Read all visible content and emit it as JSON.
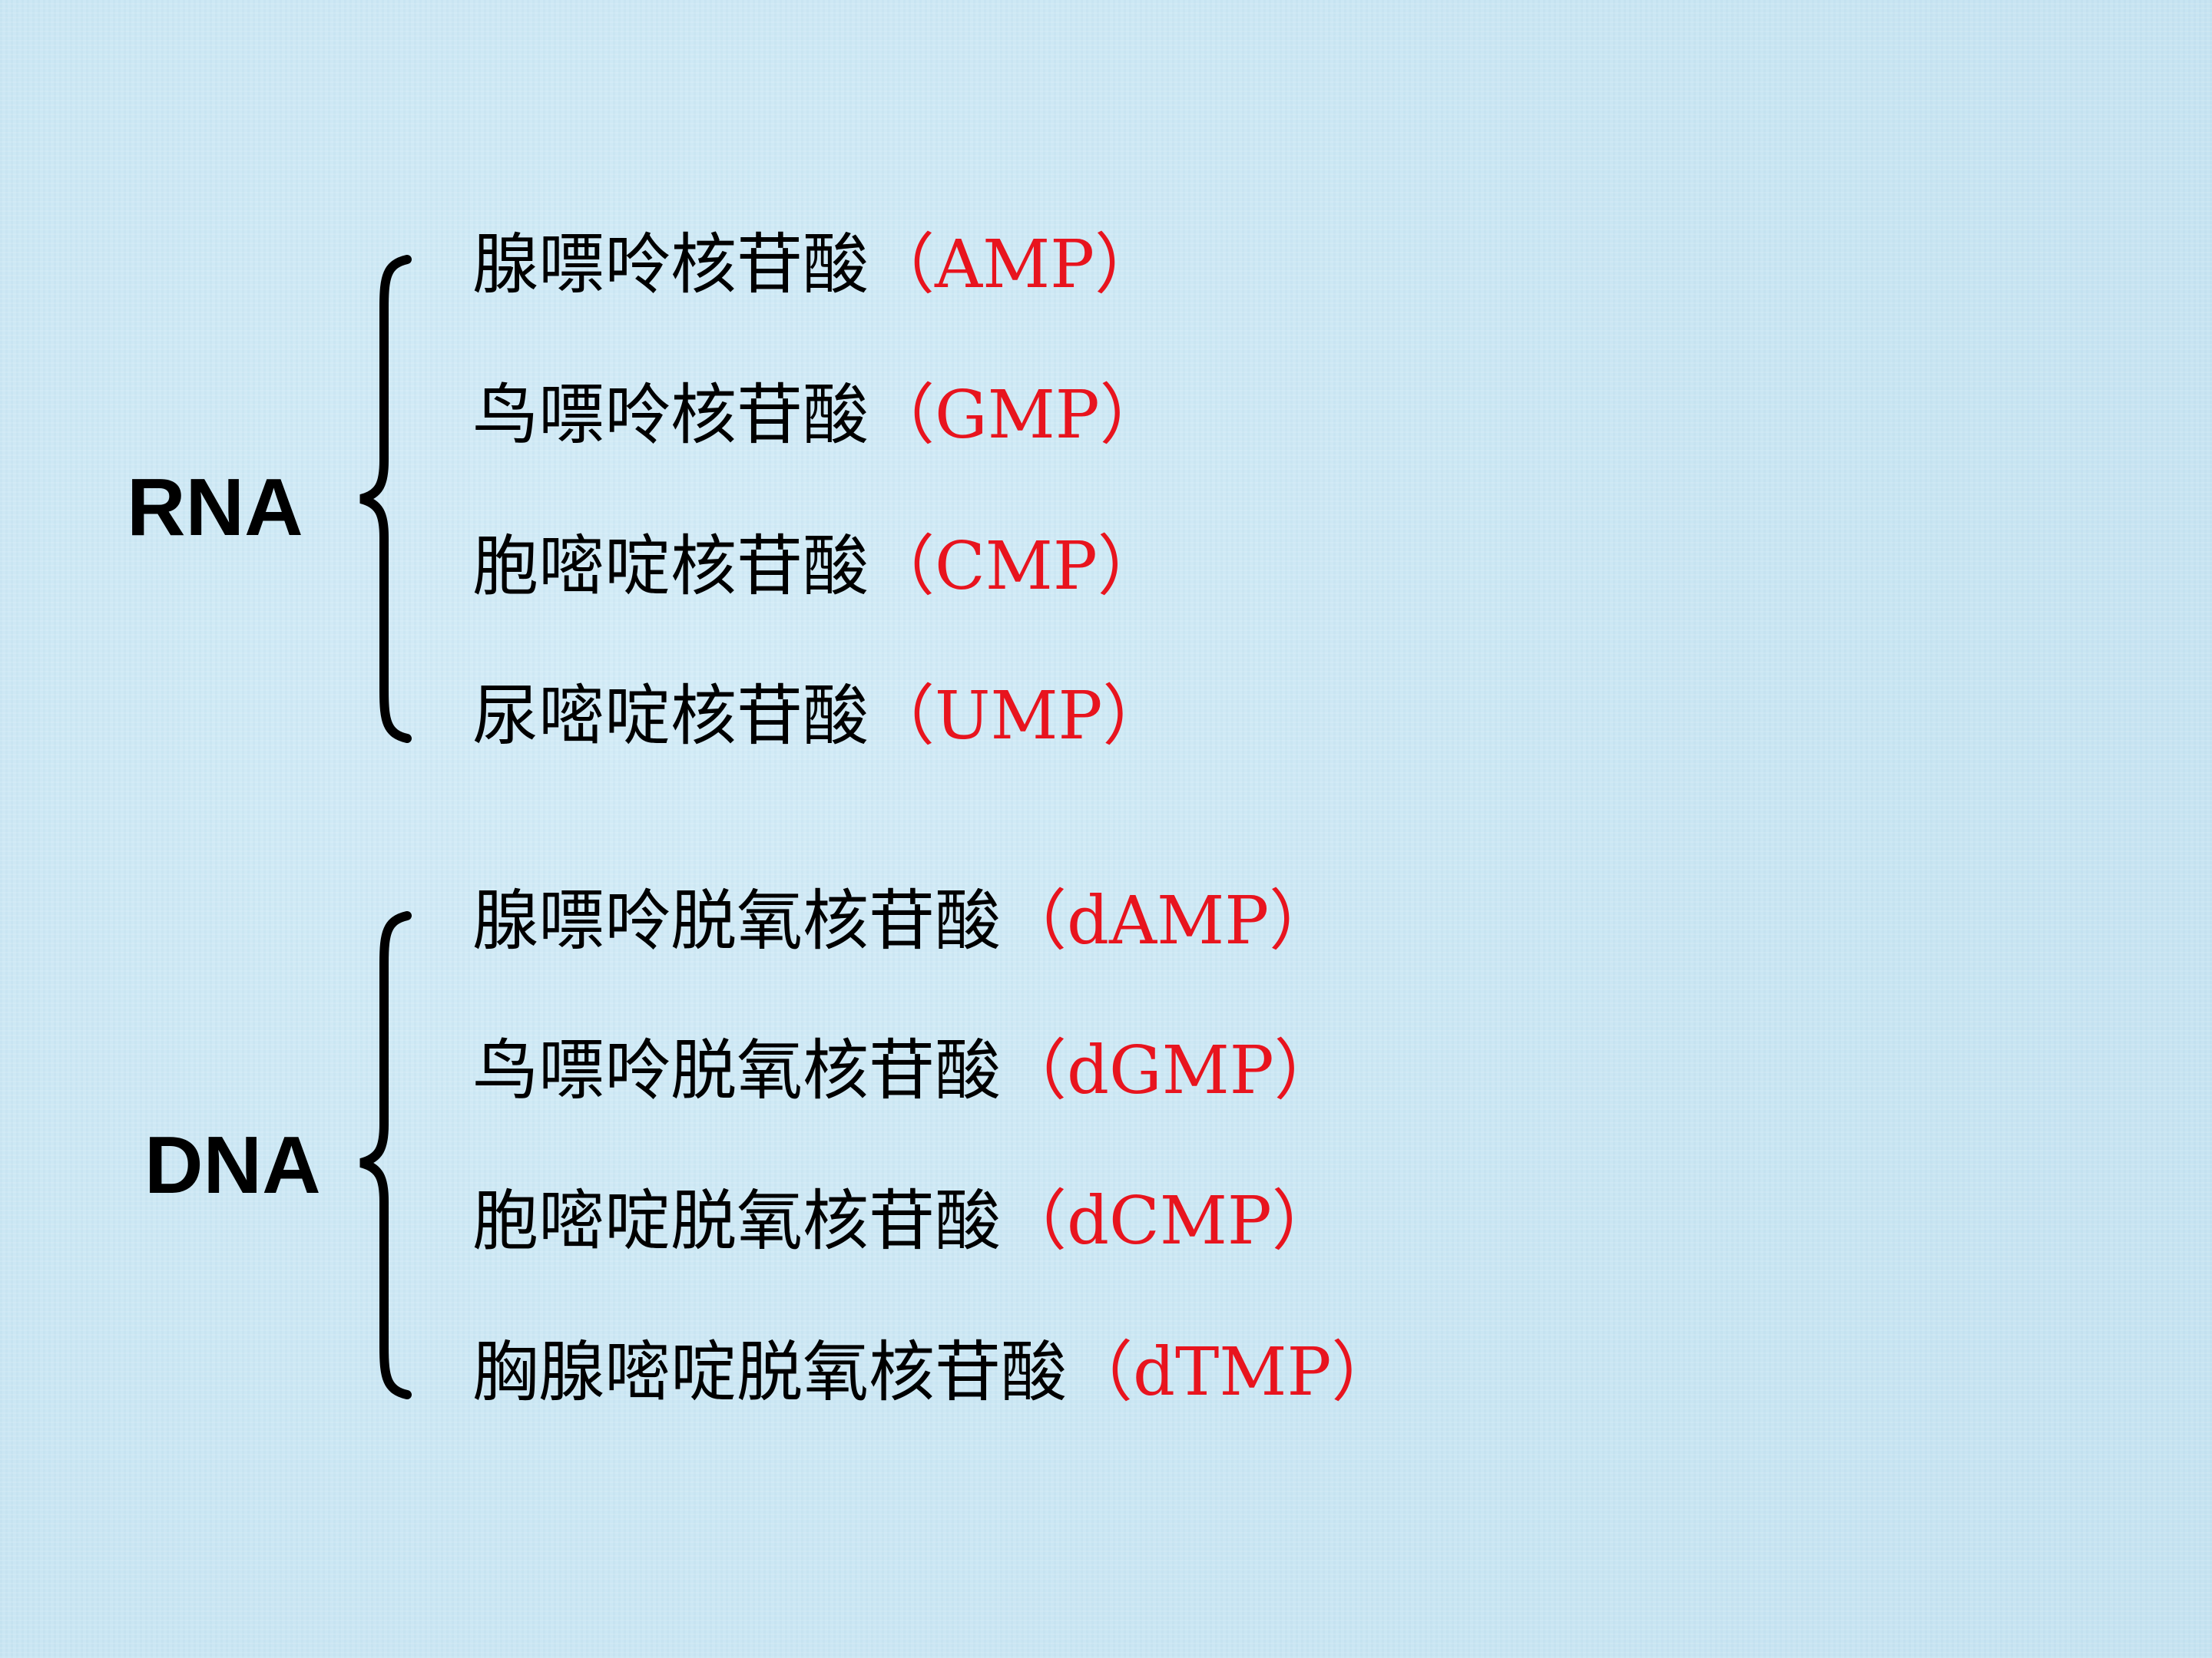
{
  "colors": {
    "background": "#cfe9f5",
    "text": "#000000",
    "abbreviation": "#e8141e"
  },
  "groups": [
    {
      "label": "RNA",
      "items": [
        {
          "name": "腺嘌呤核苷酸",
          "abbr": "（AMP）"
        },
        {
          "name": "鸟嘌呤核苷酸",
          "abbr": "（GMP）"
        },
        {
          "name": "胞嘧啶核苷酸",
          "abbr": "（CMP）"
        },
        {
          "name": "尿嘧啶核苷酸",
          "abbr": "（UMP）"
        }
      ]
    },
    {
      "label": "DNA",
      "items": [
        {
          "name": "腺嘌呤脱氧核苷酸",
          "abbr": "（dAMP）"
        },
        {
          "name": "鸟嘌呤脱氧核苷酸",
          "abbr": "（dGMP）"
        },
        {
          "name": "胞嘧啶脱氧核苷酸",
          "abbr": "（dCMP）"
        },
        {
          "name": "胸腺嘧啶脱氧核苷酸",
          "abbr": "（dTMP）"
        }
      ]
    }
  ]
}
